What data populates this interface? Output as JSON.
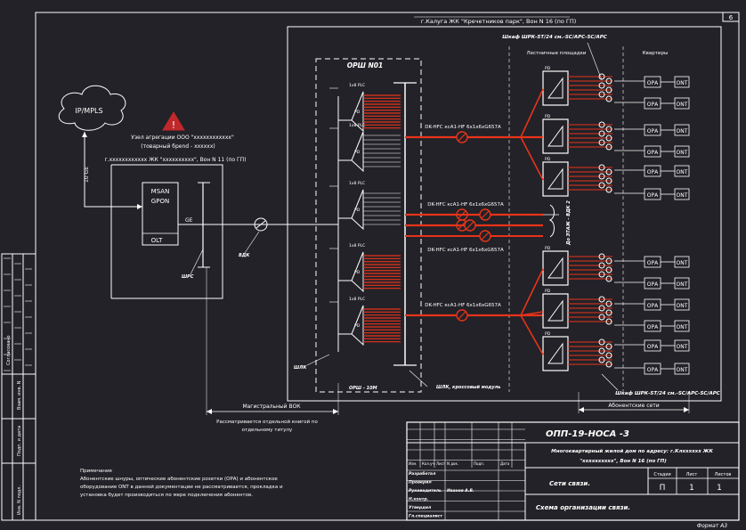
{
  "colors": {
    "background": "#222228",
    "line": "#ffffff",
    "fiber": "#e8331a",
    "warning": "#c0282a"
  },
  "texts": {
    "top_right_number": "6",
    "top_building_label": "г.Калуга ЖК \"Кречетников парк\", Вон N 16 (по ГП)",
    "cable_type_top": "Шкаф ШРК-ST/24 см.-SC/APC-SC/APC",
    "stair_label": "Лестничные площадки",
    "apartments_label": "Квартиры",
    "oru_label": "ОРШ N01",
    "mpls_label": "IP/MPLS",
    "node_label": "Узел агрегации ООО \"хххххххххххх\"",
    "node_sublabel": "(товарный брend - хххххх)",
    "node_address": "г.хххххххххххх ЖК \"хххххххххх\", Вон N 11 (по ГП)",
    "ten_ge": "10 GE",
    "msan_label": "MSAN",
    "gpon_label": "GPON",
    "olt_label": "OLT",
    "ge_label": "GE",
    "splitter_ratio": "1x8 PLC",
    "splitter_short": "PD",
    "cable_label_1": "DK-HFC ксА1-HF 6х1х6хG657A",
    "cable_label_2": "DK-HFC ксА1-HF 6х1х6хG657A",
    "cable_label_3": "DK-HFC ксА1-HF 6х1х6хG657A",
    "cable_label_4": "DK-HFC ксА1-HF 6х1х6хG657A",
    "side_riser_label": "До ЭТАЖ - ВДК 2",
    "opa_label": "ОРА",
    "ont_label": "ONT",
    "oru_bottom_label": "ОРШ - 10М",
    "bottom_link_label": "ШЛК, кросcовый модуль",
    "left_small_label": "ШЛК",
    "left_small_label2": "ШРС",
    "vdk_label": "ВДК",
    "magistral_label": "Магистральный ВОК",
    "magistral_note_1": "Рассматривается отдельной книгой по",
    "magistral_note_2": "отдельному титулу",
    "cable_type_bottom": "Шкаф ШРК-ST/24 см.-SC/APC-SC/APC",
    "subscriber_network": "Абонентские сети",
    "notes_title": "Примечание",
    "notes_line_1": "Абонентские шнуры, оптические абонентские розетки (ОРА) и абонентское",
    "notes_line_2": "оборудование ONT в данной документации не рассматривается, прокладка и",
    "notes_line_3": "установка будет производиться по мере подключения абонентов.",
    "stamp_code": "ОПП-19-НОСА -3",
    "stamp_title_1": "Многоквартирный жилой дом по адресу: г.Клхххххх ЖК",
    "stamp_title_2": "\"хххххххххх\", Вон N 16 (по ГП)",
    "stamp_stage_header": "Стадия",
    "stamp_sheet_header": "Лист",
    "stamp_sheets_header": "Листов",
    "stamp_stage": "П",
    "stamp_sheet": "1",
    "stamp_sheets": "1",
    "stamp_section": "Сети связи.",
    "stamp_drawing": "Схема организации связи.",
    "stamp_role_1": "Разработал",
    "stamp_role_2": "Проверил",
    "stamp_role_3": "Руководитель",
    "stamp_role_4": "Н.контр.",
    "stamp_role_5": "Утвердил",
    "stamp_role_6": "Гл.специалист",
    "stamp_col_1": "Изм.",
    "stamp_col_2": "Кол.уч",
    "stamp_col_3": "Лист",
    "stamp_col_4": "N док.",
    "stamp_col_5": "Подп.",
    "stamp_col_6": "Дата",
    "stamp_person": "Иванов А.В.",
    "format_label": "Формат А3",
    "left_side_1": "Согласовано",
    "left_side_2": "Взам. инв. N",
    "left_side_3": "Подп. и дата",
    "left_side_4": "Инв. N подл."
  }
}
